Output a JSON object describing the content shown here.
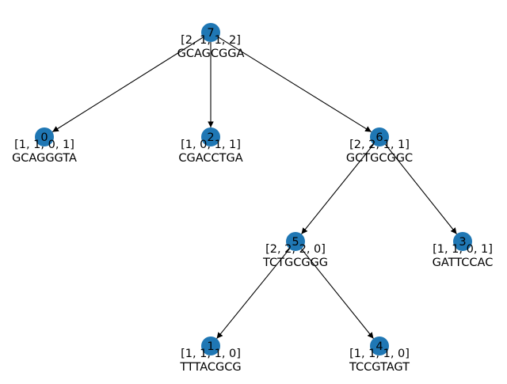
{
  "colors": {
    "node": "#1f77b4",
    "edge": "#000000",
    "text": "#000000"
  },
  "nodes": [
    {
      "id": "7",
      "counts": "[2, 1, 1, 2]",
      "sequence": "GCAGCGGA"
    },
    {
      "id": "0",
      "counts": "[1, 1, 0, 1]",
      "sequence": "GCAGGGTA"
    },
    {
      "id": "2",
      "counts": "[1, 0, 1, 1]",
      "sequence": "CGACCTGA"
    },
    {
      "id": "6",
      "counts": "[2, 2, 1, 1]",
      "sequence": "GCTGCGGC"
    },
    {
      "id": "5",
      "counts": "[2, 2, 2, 0]",
      "sequence": "TCTGCGGG"
    },
    {
      "id": "3",
      "counts": "[1, 1, 0, 1]",
      "sequence": "GATTCCAC"
    },
    {
      "id": "1",
      "counts": "[1, 1, 1, 0]",
      "sequence": "TTTACGCG"
    },
    {
      "id": "4",
      "counts": "[1, 1, 1, 0]",
      "sequence": "TCCGTAGT"
    }
  ],
  "edges": [
    {
      "from": "7",
      "to": "0"
    },
    {
      "from": "7",
      "to": "2"
    },
    {
      "from": "7",
      "to": "6"
    },
    {
      "from": "6",
      "to": "5"
    },
    {
      "from": "6",
      "to": "3"
    },
    {
      "from": "5",
      "to": "1"
    },
    {
      "from": "5",
      "to": "4"
    }
  ]
}
